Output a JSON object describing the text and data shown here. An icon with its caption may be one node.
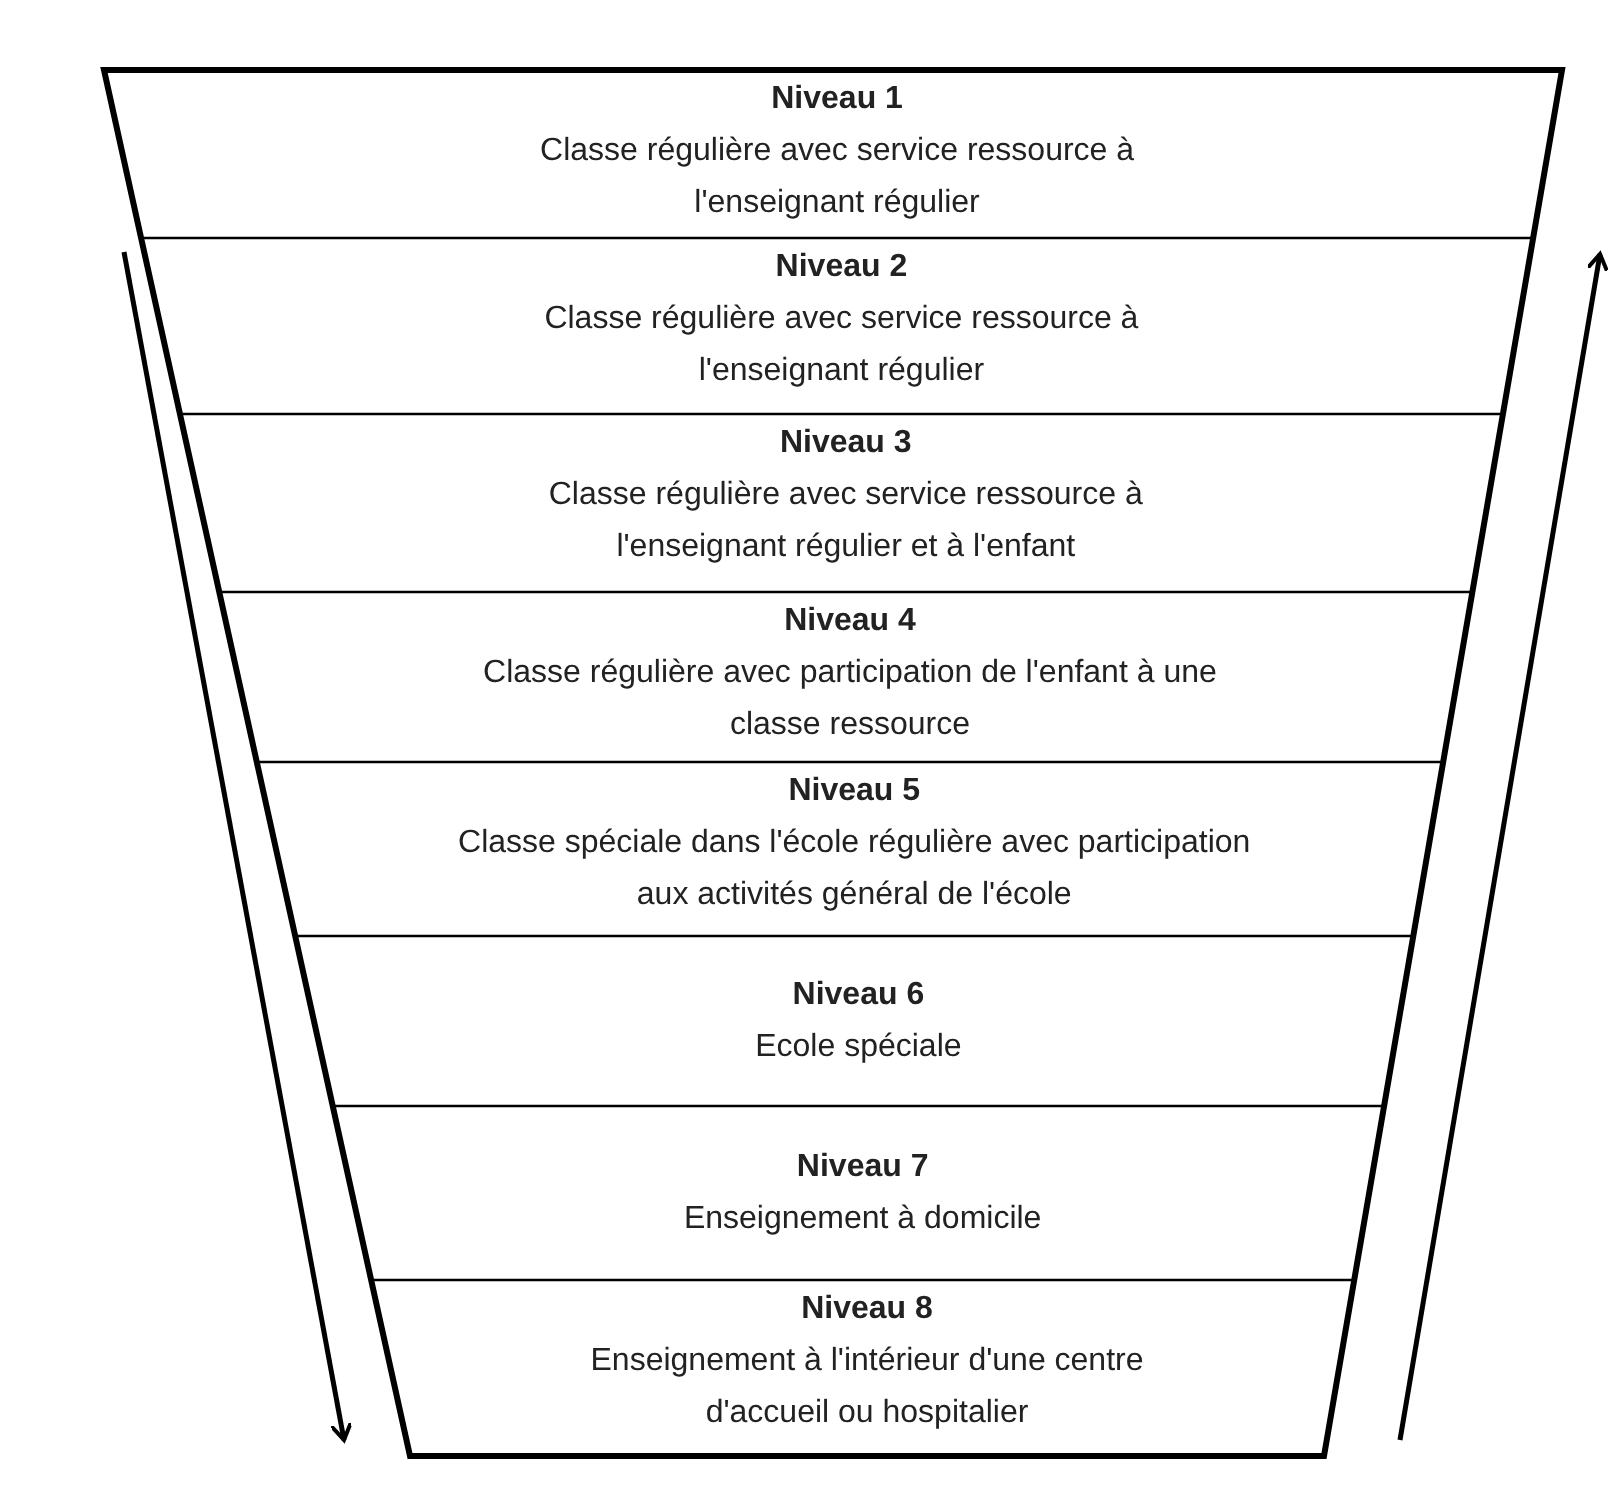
{
  "diagram": {
    "nodes": [
      {
        "text": [
          "Niveau 1",
          "Classe régulière avec service ressource à l'enseignant régulier"
        ]
      },
      {
        "text": [
          "Niveau 2",
          "Classe régulière avec service ressource à l'enseignant régulier"
        ]
      },
      {
        "text": [
          "Niveau 3",
          "Classe régulière avec service ressource à l'enseignant régulier et à l'enfant"
        ]
      },
      {
        "text": [
          "Niveau 4",
          "Classe régulière avec participation de l'enfant à une classe ressource"
        ]
      },
      {
        "text": [
          "Niveau 5",
          "Classe spéciale dans l'école régulière avec participation aux activités général de l'école"
        ]
      },
      {
        "text": [
          "Niveau 6",
          "Ecole spéciale"
        ]
      },
      {
        "text": [
          "Niveau 7",
          "Enseignement à domicile"
        ]
      },
      {
        "text": [
          "Niveau 8",
          "Enseignement à l'intérieur d'une centre d'accueil ou hospitalier"
        ]
      }
    ]
  }
}
